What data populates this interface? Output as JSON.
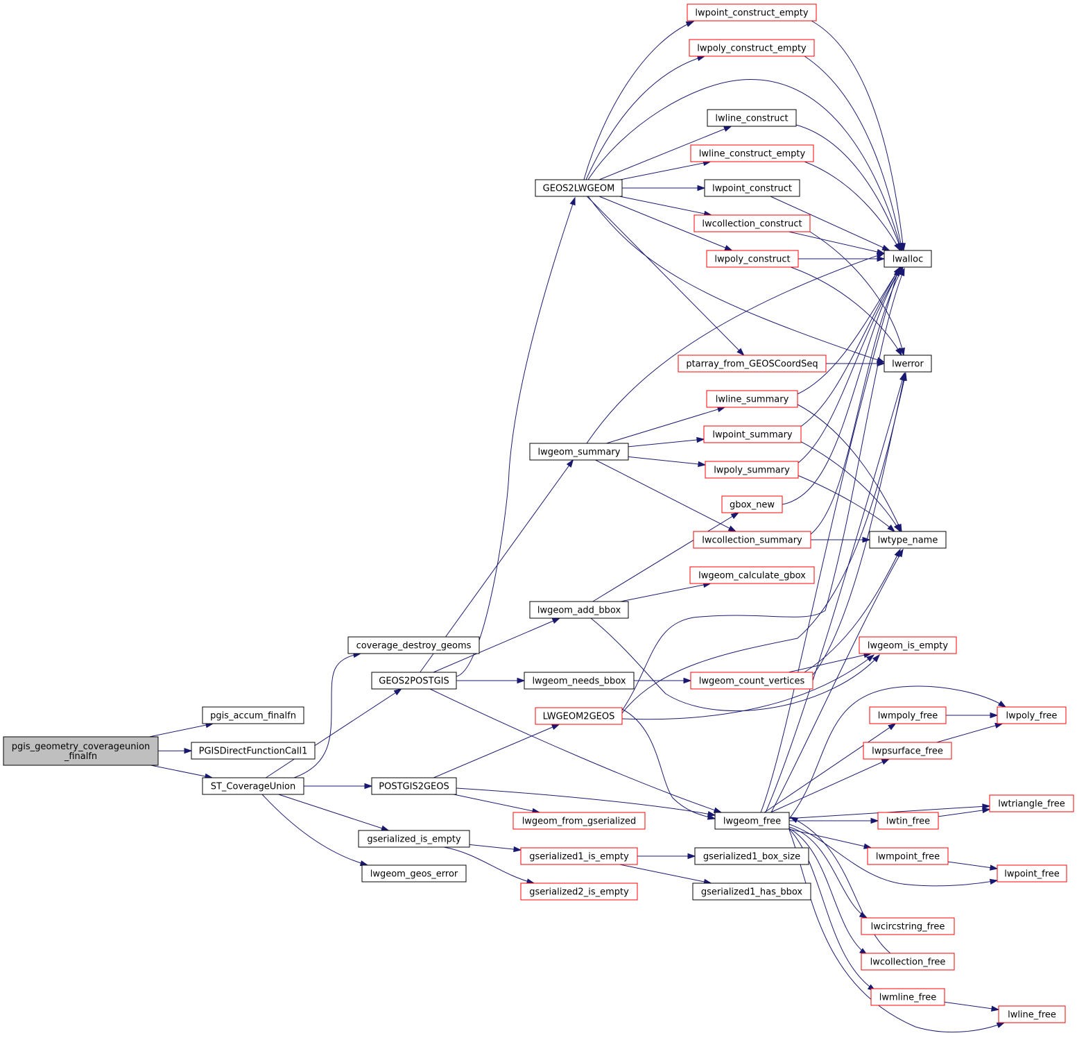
{
  "colors": {
    "edge": "#191970",
    "documented_border": "#000000",
    "undocumented_border": "#ff0000",
    "root_fill": "#bfbfbf",
    "node_fill": "#ffffff"
  },
  "nodes": [
    {
      "id": "root",
      "label": "pgis_geometry_coverageunion\n_finalfn",
      "style": "root"
    },
    {
      "id": "pgis_accum_finalfn",
      "label": "pgis_accum_finalfn",
      "style": "normal"
    },
    {
      "id": "PGISDirectFunctionCall1",
      "label": "PGISDirectFunctionCall1",
      "style": "normal"
    },
    {
      "id": "ST_CoverageUnion",
      "label": "ST_CoverageUnion",
      "style": "normal"
    },
    {
      "id": "coverage_destroy_geoms",
      "label": "coverage_destroy_geoms",
      "style": "normal"
    },
    {
      "id": "GEOS2POSTGIS",
      "label": "GEOS2POSTGIS",
      "style": "normal"
    },
    {
      "id": "POSTGIS2GEOS",
      "label": "POSTGIS2GEOS",
      "style": "normal"
    },
    {
      "id": "gserialized_is_empty",
      "label": "gserialized_is_empty",
      "style": "normal"
    },
    {
      "id": "lwgeom_geos_error",
      "label": "lwgeom_geos_error",
      "style": "normal"
    },
    {
      "id": "GEOS2LWGEOM",
      "label": "GEOS2LWGEOM",
      "style": "normal"
    },
    {
      "id": "lwgeom_summary",
      "label": "lwgeom_summary",
      "style": "normal"
    },
    {
      "id": "lwgeom_add_bbox",
      "label": "lwgeom_add_bbox",
      "style": "normal"
    },
    {
      "id": "lwgeom_needs_bbox",
      "label": "lwgeom_needs_bbox",
      "style": "normal"
    },
    {
      "id": "LWGEOM2GEOS",
      "label": "LWGEOM2GEOS",
      "style": "red"
    },
    {
      "id": "lwgeom_from_gserialized",
      "label": "lwgeom_from_gserialized",
      "style": "red"
    },
    {
      "id": "gserialized1_is_empty",
      "label": "gserialized1_is_empty",
      "style": "red"
    },
    {
      "id": "gserialized2_is_empty",
      "label": "gserialized2_is_empty",
      "style": "red"
    },
    {
      "id": "lwpoint_construct_empty",
      "label": "lwpoint_construct_empty",
      "style": "red"
    },
    {
      "id": "lwpoly_construct_empty",
      "label": "lwpoly_construct_empty",
      "style": "red"
    },
    {
      "id": "lwline_construct",
      "label": "lwline_construct",
      "style": "normal"
    },
    {
      "id": "lwline_construct_empty",
      "label": "lwline_construct_empty",
      "style": "red"
    },
    {
      "id": "lwpoint_construct",
      "label": "lwpoint_construct",
      "style": "normal"
    },
    {
      "id": "lwcollection_construct",
      "label": "lwcollection_construct",
      "style": "red"
    },
    {
      "id": "lwpoly_construct",
      "label": "lwpoly_construct",
      "style": "red"
    },
    {
      "id": "ptarray_from_GEOSCoordSeq",
      "label": "ptarray_from_GEOSCoordSeq",
      "style": "red"
    },
    {
      "id": "lwline_summary",
      "label": "lwline_summary",
      "style": "red"
    },
    {
      "id": "lwpoint_summary",
      "label": "lwpoint_summary",
      "style": "red"
    },
    {
      "id": "lwpoly_summary",
      "label": "lwpoly_summary",
      "style": "red"
    },
    {
      "id": "gbox_new",
      "label": "gbox_new",
      "style": "red"
    },
    {
      "id": "lwcollection_summary",
      "label": "lwcollection_summary",
      "style": "red"
    },
    {
      "id": "lwgeom_calculate_gbox",
      "label": "lwgeom_calculate_gbox",
      "style": "red"
    },
    {
      "id": "lwgeom_count_vertices",
      "label": "lwgeom_count_vertices",
      "style": "red"
    },
    {
      "id": "lwgeom_free",
      "label": "lwgeom_free",
      "style": "normal"
    },
    {
      "id": "gserialized1_box_size",
      "label": "gserialized1_box_size",
      "style": "normal"
    },
    {
      "id": "gserialized1_has_bbox",
      "label": "gserialized1_has_bbox",
      "style": "normal"
    },
    {
      "id": "lwalloc",
      "label": "lwalloc",
      "style": "normal"
    },
    {
      "id": "lwerror",
      "label": "lwerror",
      "style": "normal"
    },
    {
      "id": "lwtype_name",
      "label": "lwtype_name",
      "style": "normal"
    },
    {
      "id": "lwgeom_is_empty",
      "label": "lwgeom_is_empty",
      "style": "red"
    },
    {
      "id": "lwmpoly_free",
      "label": "lwmpoly_free",
      "style": "red"
    },
    {
      "id": "lwpsurface_free",
      "label": "lwpsurface_free",
      "style": "red"
    },
    {
      "id": "lwtin_free",
      "label": "lwtin_free",
      "style": "red"
    },
    {
      "id": "lwmpoint_free",
      "label": "lwmpoint_free",
      "style": "red"
    },
    {
      "id": "lwcircstring_free",
      "label": "lwcircstring_free",
      "style": "red"
    },
    {
      "id": "lwcollection_free",
      "label": "lwcollection_free",
      "style": "red"
    },
    {
      "id": "lwmline_free",
      "label": "lwmline_free",
      "style": "red"
    },
    {
      "id": "lwpoly_free",
      "label": "lwpoly_free",
      "style": "red"
    },
    {
      "id": "lwtriangle_free",
      "label": "lwtriangle_free",
      "style": "red"
    },
    {
      "id": "lwpoint_free",
      "label": "lwpoint_free",
      "style": "red"
    },
    {
      "id": "lwline_free",
      "label": "lwline_free",
      "style": "red"
    }
  ],
  "edges": [
    [
      "root",
      "pgis_accum_finalfn"
    ],
    [
      "root",
      "PGISDirectFunctionCall1"
    ],
    [
      "root",
      "ST_CoverageUnion"
    ],
    [
      "ST_CoverageUnion",
      "coverage_destroy_geoms"
    ],
    [
      "ST_CoverageUnion",
      "GEOS2POSTGIS"
    ],
    [
      "ST_CoverageUnion",
      "POSTGIS2GEOS"
    ],
    [
      "ST_CoverageUnion",
      "gserialized_is_empty"
    ],
    [
      "ST_CoverageUnion",
      "lwgeom_geos_error"
    ],
    [
      "GEOS2POSTGIS",
      "GEOS2LWGEOM"
    ],
    [
      "GEOS2POSTGIS",
      "lwgeom_summary"
    ],
    [
      "GEOS2POSTGIS",
      "lwgeom_add_bbox"
    ],
    [
      "GEOS2POSTGIS",
      "lwgeom_needs_bbox"
    ],
    [
      "GEOS2POSTGIS",
      "lwgeom_free"
    ],
    [
      "POSTGIS2GEOS",
      "LWGEOM2GEOS"
    ],
    [
      "POSTGIS2GEOS",
      "lwgeom_from_gserialized"
    ],
    [
      "POSTGIS2GEOS",
      "lwgeom_free"
    ],
    [
      "gserialized_is_empty",
      "gserialized1_is_empty"
    ],
    [
      "gserialized_is_empty",
      "gserialized2_is_empty"
    ],
    [
      "gserialized1_is_empty",
      "gserialized1_box_size"
    ],
    [
      "gserialized1_is_empty",
      "gserialized1_has_bbox"
    ],
    [
      "GEOS2LWGEOM",
      "lwpoint_construct_empty"
    ],
    [
      "GEOS2LWGEOM",
      "lwpoly_construct_empty"
    ],
    [
      "GEOS2LWGEOM",
      "lwalloc"
    ],
    [
      "GEOS2LWGEOM",
      "lwline_construct"
    ],
    [
      "GEOS2LWGEOM",
      "lwline_construct_empty"
    ],
    [
      "GEOS2LWGEOM",
      "lwpoint_construct"
    ],
    [
      "GEOS2LWGEOM",
      "lwcollection_construct"
    ],
    [
      "GEOS2LWGEOM",
      "lwpoly_construct"
    ],
    [
      "GEOS2LWGEOM",
      "ptarray_from_GEOSCoordSeq"
    ],
    [
      "GEOS2LWGEOM",
      "lwerror"
    ],
    [
      "lwpoint_construct_empty",
      "lwalloc"
    ],
    [
      "lwpoly_construct_empty",
      "lwalloc"
    ],
    [
      "lwline_construct",
      "lwalloc"
    ],
    [
      "lwline_construct_empty",
      "lwalloc"
    ],
    [
      "lwpoint_construct",
      "lwalloc"
    ],
    [
      "lwcollection_construct",
      "lwalloc"
    ],
    [
      "lwcollection_construct",
      "lwerror"
    ],
    [
      "lwpoly_construct",
      "lwalloc"
    ],
    [
      "lwpoly_construct",
      "lwerror"
    ],
    [
      "ptarray_from_GEOSCoordSeq",
      "lwerror"
    ],
    [
      "lwgeom_summary",
      "lwalloc"
    ],
    [
      "lwgeom_summary",
      "lwline_summary"
    ],
    [
      "lwgeom_summary",
      "lwpoint_summary"
    ],
    [
      "lwgeom_summary",
      "lwpoly_summary"
    ],
    [
      "lwgeom_summary",
      "lwcollection_summary"
    ],
    [
      "lwline_summary",
      "lwalloc"
    ],
    [
      "lwline_summary",
      "lwtype_name"
    ],
    [
      "lwpoint_summary",
      "lwalloc"
    ],
    [
      "lwpoint_summary",
      "lwtype_name"
    ],
    [
      "lwpoly_summary",
      "lwalloc"
    ],
    [
      "lwpoly_summary",
      "lwtype_name"
    ],
    [
      "lwcollection_summary",
      "lwalloc"
    ],
    [
      "lwcollection_summary",
      "lwtype_name"
    ],
    [
      "gbox_new",
      "lwalloc"
    ],
    [
      "lwgeom_add_bbox",
      "gbox_new"
    ],
    [
      "lwgeom_add_bbox",
      "lwgeom_calculate_gbox"
    ],
    [
      "lwgeom_add_bbox",
      "lwgeom_is_empty"
    ],
    [
      "lwgeom_needs_bbox",
      "lwgeom_count_vertices"
    ],
    [
      "lwgeom_count_vertices",
      "lwgeom_is_empty"
    ],
    [
      "lwgeom_count_vertices",
      "lwerror"
    ],
    [
      "lwgeom_count_vertices",
      "lwtype_name"
    ],
    [
      "LWGEOM2GEOS",
      "lwalloc"
    ],
    [
      "LWGEOM2GEOS",
      "lwgeom_is_empty"
    ],
    [
      "LWGEOM2GEOS",
      "lwerror"
    ],
    [
      "LWGEOM2GEOS",
      "lwgeom_free"
    ],
    [
      "lwgeom_free",
      "lwalloc"
    ],
    [
      "lwgeom_free",
      "lwerror"
    ],
    [
      "lwgeom_free",
      "lwtype_name"
    ],
    [
      "lwgeom_free",
      "lwmpoly_free"
    ],
    [
      "lwgeom_free",
      "lwpsurface_free"
    ],
    [
      "lwgeom_free",
      "lwtriangle_free"
    ],
    [
      "lwgeom_free",
      "lwtin_free"
    ],
    [
      "lwgeom_free",
      "lwmpoint_free"
    ],
    [
      "lwgeom_free",
      "lwpoint_free"
    ],
    [
      "lwgeom_free",
      "lwpoly_free"
    ],
    [
      "lwgeom_free",
      "lwcircstring_free"
    ],
    [
      "lwgeom_free",
      "lwcollection_free"
    ],
    [
      "lwgeom_free",
      "lwmline_free"
    ],
    [
      "lwgeom_free",
      "lwline_free"
    ],
    [
      "lwcollection_free",
      "lwgeom_free"
    ],
    [
      "lwmpoly_free",
      "lwpoly_free"
    ],
    [
      "lwpsurface_free",
      "lwpoly_free"
    ],
    [
      "lwtin_free",
      "lwtriangle_free"
    ],
    [
      "lwmpoint_free",
      "lwpoint_free"
    ],
    [
      "lwmline_free",
      "lwline_free"
    ]
  ]
}
